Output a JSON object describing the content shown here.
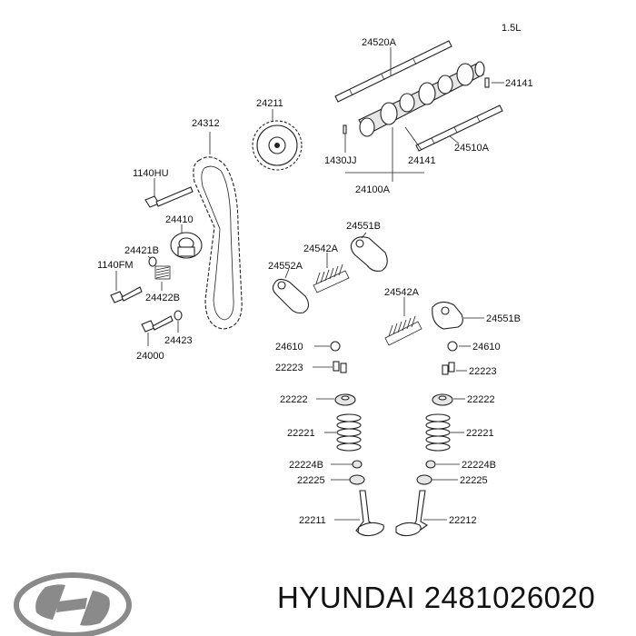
{
  "engine": "1.5L",
  "brand": "HYUNDAI",
  "part_number": "2481026020",
  "labels": {
    "p24520A": "24520A",
    "p24141a": "24141",
    "p24211": "24211",
    "p24312": "24312",
    "p1430JJ": "1430JJ",
    "p24141b": "24141",
    "p24510A": "24510A",
    "p24100A": "24100A",
    "p1140HU": "1140HU",
    "p24410": "24410",
    "p24421B": "24421B",
    "p1140FM": "1140FM",
    "p24422B": "24422B",
    "p24423": "24423",
    "p24000": "24000",
    "p24551Ba": "24551B",
    "p24542Aa": "24542A",
    "p24552A": "24552A",
    "p24542Ab": "24542A",
    "p24551Bb": "24551B",
    "p24610a": "24610",
    "p24610b": "24610",
    "p22223a": "22223",
    "p22223b": "22223",
    "p22222a": "22222",
    "p22222b": "22222",
    "p22221a": "22221",
    "p22221b": "22221",
    "p22224Ba": "22224B",
    "p22224Bb": "22224B",
    "p22225a": "22225",
    "p22225b": "22225",
    "p22211": "22211",
    "p22212": "22212"
  },
  "colors": {
    "line": "#222222",
    "background": "#ffffff",
    "logo": "#8a8a8a"
  },
  "icons": {
    "logo": "hyundai-logo-icon"
  }
}
